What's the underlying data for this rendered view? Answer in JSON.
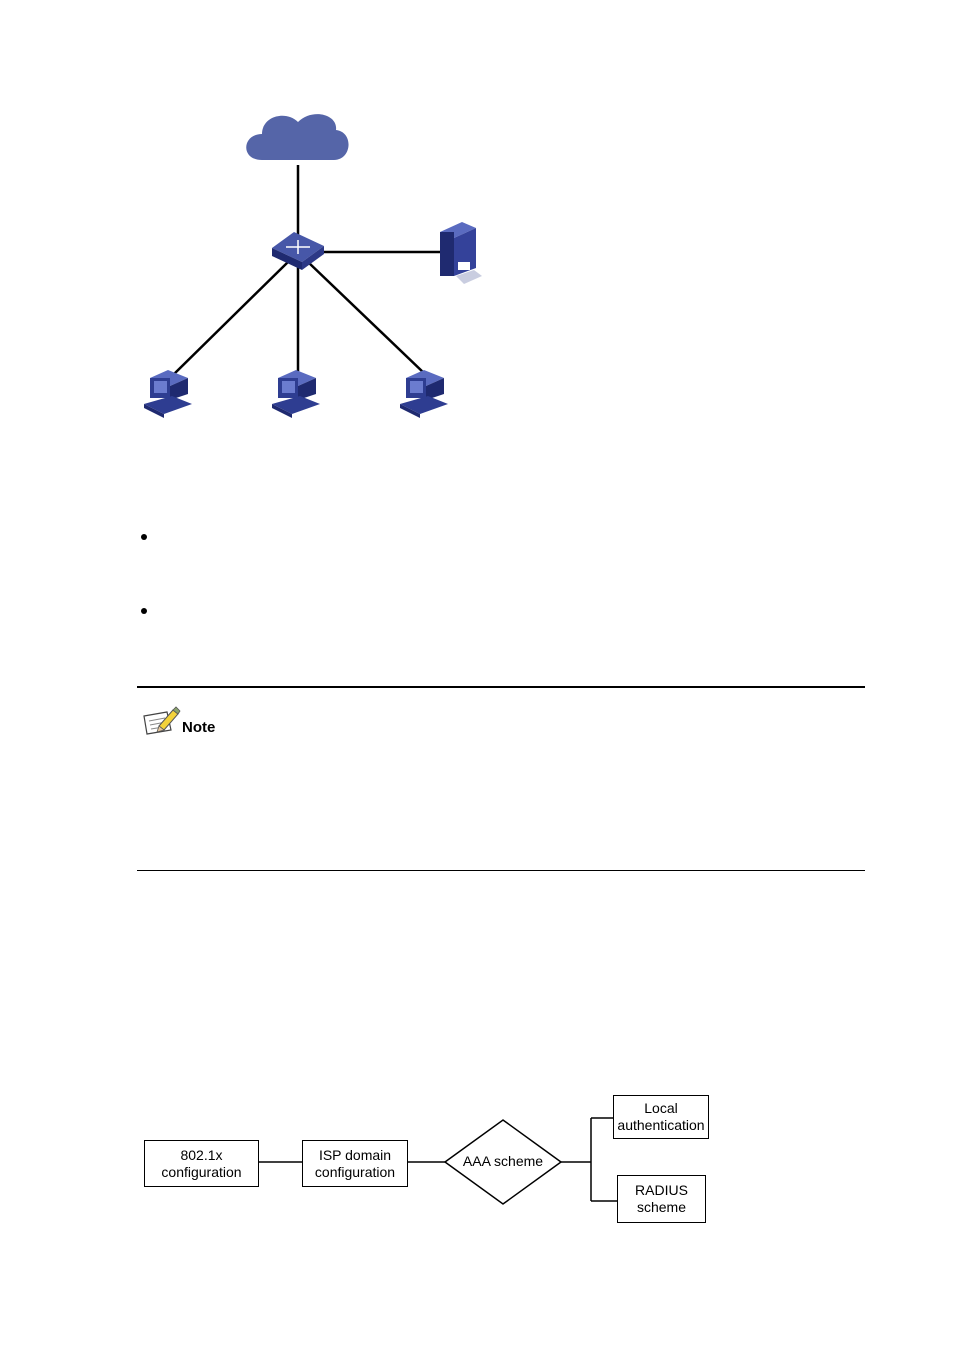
{
  "note": {
    "label": "Note"
  },
  "flow": {
    "box_8021x": [
      "802.1x",
      "configuration"
    ],
    "box_isp": [
      "ISP domain",
      "configuration"
    ],
    "decision": "AAA scheme",
    "box_local": [
      "Local",
      "authentication"
    ],
    "box_radius": [
      "RADIUS",
      "scheme"
    ]
  },
  "colors": {
    "device_blue": "#2e3d91",
    "cloud_blue": "#5565a8"
  }
}
